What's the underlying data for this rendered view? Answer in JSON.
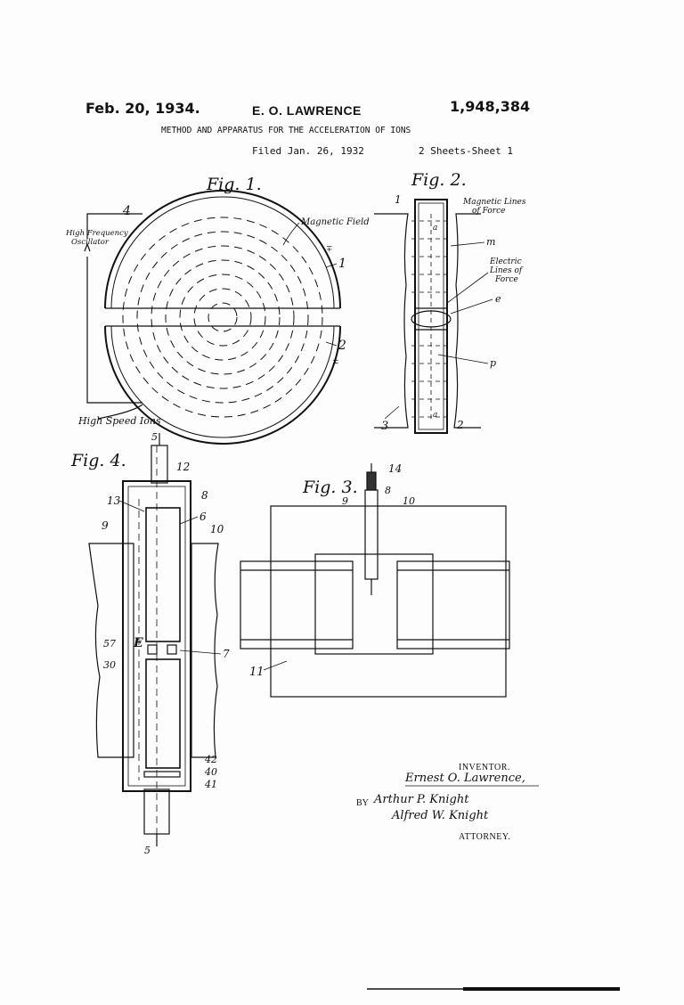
{
  "header": {
    "date": "Feb. 20, 1934.",
    "inventor": "E. O. LAWRENCE",
    "patent_number": "1,948,384",
    "title": "METHOD AND APPARATUS FOR THE ACCELERATION OF IONS",
    "filed": "Filed Jan. 26, 1932",
    "sheets": "2 Sheets-Sheet  1"
  },
  "fig1": {
    "caption": "Fig. 1.",
    "label_oscillator_1": "High Frequency",
    "label_oscillator_2": "Oscillator",
    "label_field": "Magnetic Field",
    "label_ions": "High Speed Ions",
    "ref_4": "4",
    "ref_1": "1",
    "ref_2": "2",
    "sign_minus": "∓",
    "sign_plus": "±"
  },
  "fig2": {
    "caption": "Fig. 2.",
    "label_mag_1": "Magnetic Lines",
    "label_mag_2": "of Force",
    "label_elec_1": "Electric",
    "label_elec_2": "Lines of",
    "label_elec_3": "Force",
    "ref_1": "1",
    "ref_m": "m",
    "ref_e": "e",
    "ref_p": "p",
    "ref_3": "3",
    "ref_2": "2",
    "ref_a_top": "a",
    "ref_a_bot": "a"
  },
  "fig4": {
    "caption": "Fig. 4.",
    "ref_5_top": "5",
    "ref_12": "12",
    "ref_13": "13",
    "ref_8": "8",
    "ref_6": "6",
    "ref_9": "9",
    "ref_10": "10",
    "ref_57": "57",
    "ref_30": "30",
    "ref_7": "7",
    "ref_42": "42",
    "ref_40": "40",
    "ref_41": "41",
    "ref_5_bot": "5"
  },
  "fig3": {
    "caption": "Fig. 3.",
    "ref_14": "14",
    "ref_8": "8",
    "ref_9": "9",
    "ref_10": "10",
    "ref_11": "11"
  },
  "signature": {
    "inventor_label": "INVENTOR.",
    "inventor_name": "Ernest O. Lawrence,",
    "by": "BY",
    "attorney_sig_1": "Arthur P. Knight",
    "attorney_sig_2": "Alfred W. Knight",
    "attorney_label": "ATTORNEY."
  }
}
